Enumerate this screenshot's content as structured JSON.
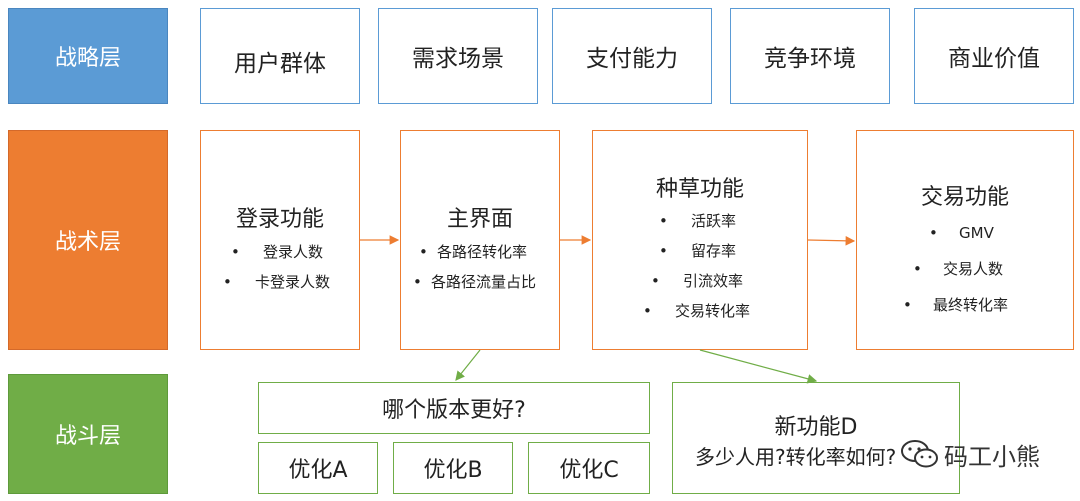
{
  "layers": {
    "strategy": "战略层",
    "tactics": "战术层",
    "combat": "战斗层"
  },
  "strategy_items": [
    "用户群体",
    "需求场景",
    "支付能力",
    "竞争环境",
    "商业价值"
  ],
  "tactics_boxes": {
    "login": {
      "title": "登录功能",
      "bullets": [
        "登录人数",
        "卡登录人数"
      ]
    },
    "main": {
      "title": "主界面",
      "bullets": [
        "各路径转化率",
        "各路径流量占比"
      ]
    },
    "seed": {
      "title": "种草功能",
      "bullets": [
        "活跃率",
        "留存率",
        "引流效率",
        "交易转化率"
      ]
    },
    "trade": {
      "title": "交易功能",
      "bullets": [
        "GMV",
        "交易人数",
        "最终转化率"
      ]
    }
  },
  "combat_items": {
    "version_question": "哪个版本更好?",
    "opt_a": "优化A",
    "opt_b": "优化B",
    "opt_c": "优化C",
    "new_feature_title": "新功能D",
    "new_feature_question": "多少人用?转化率如何?"
  },
  "bullet_symbol": "•",
  "watermark": {
    "text": "码工小熊",
    "icon": "wechat-icon"
  },
  "colors": {
    "strategy": "#5b9bd5",
    "tactics": "#ed7d31",
    "combat": "#70ad47"
  }
}
